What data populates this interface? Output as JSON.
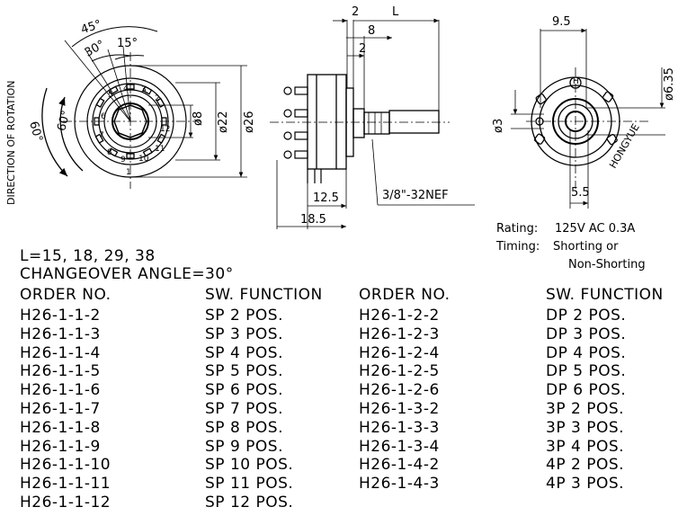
{
  "diagram": {
    "rotation_label": "DIRECTION OF ROTATION",
    "front_view": {
      "angles": [
        "45°",
        "30°",
        "15°",
        "60°",
        "60°"
      ],
      "positions": [
        "1",
        "2",
        "3",
        "4",
        "5",
        "6",
        "7",
        "8",
        "9",
        "10",
        "11",
        "12"
      ],
      "dims": [
        "ø8",
        "ø22",
        "ø26"
      ]
    },
    "side_view": {
      "dims": [
        "2",
        "L",
        "8",
        "2",
        "12.5",
        "18.5"
      ],
      "thread": "3/8\"-32NEF"
    },
    "rear_view": {
      "dims": [
        "9.5",
        "ø6.35",
        "ø3",
        "5.5"
      ],
      "brand": "HONGYUE",
      "logo_mark": "H"
    }
  },
  "specs": {
    "rating_label": "Rating:",
    "rating_value": "125V AC 0.3A",
    "timing_label": "Timing:",
    "timing_value_1": "Shorting or",
    "timing_value_2": "Non-Shorting",
    "lengths": "L=15, 18, 29, 38",
    "changeover": "CHANGEOVER ANGLE=30°"
  },
  "table": {
    "headers": [
      "ORDER NO.",
      "SW. FUNCTION",
      "ORDER NO.",
      "SW. FUNCTION"
    ],
    "left": [
      {
        "order": "H26-1-1-2",
        "func": "SP 2 POS."
      },
      {
        "order": "H26-1-1-3",
        "func": "SP 3 POS."
      },
      {
        "order": "H26-1-1-4",
        "func": "SP 4 POS."
      },
      {
        "order": "H26-1-1-5",
        "func": "SP 5 POS."
      },
      {
        "order": "H26-1-1-6",
        "func": "SP 6 POS."
      },
      {
        "order": "H26-1-1-7",
        "func": "SP 7 POS."
      },
      {
        "order": "H26-1-1-8",
        "func": "SP 8 POS."
      },
      {
        "order": "H26-1-1-9",
        "func": "SP 9 POS."
      },
      {
        "order": "H26-1-1-10",
        "func": "SP 10 POS."
      },
      {
        "order": "H26-1-1-11",
        "func": "SP 11 POS."
      },
      {
        "order": "H26-1-1-12",
        "func": "SP 12 POS."
      }
    ],
    "right": [
      {
        "order": "H26-1-2-2",
        "func": "DP 2 POS."
      },
      {
        "order": "H26-1-2-3",
        "func": "DP 3 POS."
      },
      {
        "order": "H26-1-2-4",
        "func": "DP 4 POS."
      },
      {
        "order": "H26-1-2-5",
        "func": "DP 5 POS."
      },
      {
        "order": "H26-1-2-6",
        "func": "DP 6 POS."
      },
      {
        "order": "H26-1-3-2",
        "func": "3P 2 POS."
      },
      {
        "order": "H26-1-3-3",
        "func": "3P 3 POS."
      },
      {
        "order": "H26-1-3-4",
        "func": "3P 4 POS."
      },
      {
        "order": "H26-1-4-2",
        "func": "4P 2 POS."
      },
      {
        "order": "H26-1-4-3",
        "func": "4P 3 POS."
      }
    ]
  }
}
